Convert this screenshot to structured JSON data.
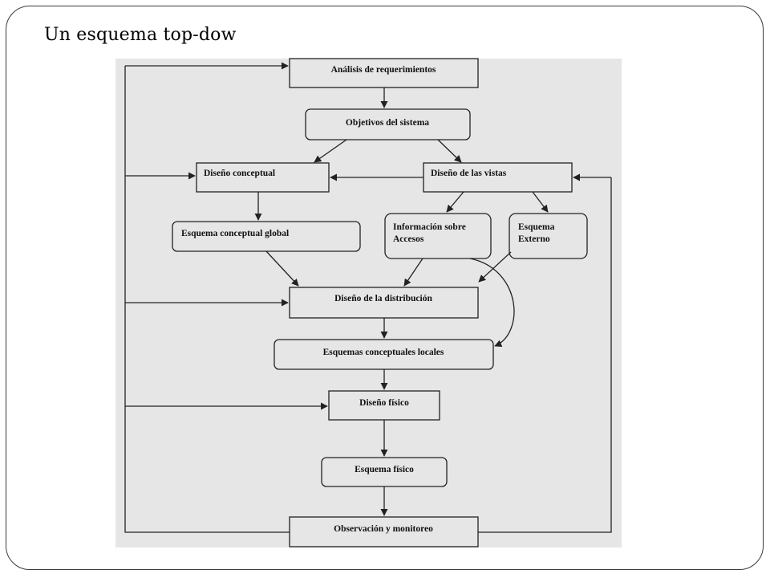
{
  "slide": {
    "title": "Un esquema top-dow"
  },
  "diagram": {
    "nodes": {
      "analisis": "Análisis de requerimientos",
      "objetivos": "Objetivos del sistema",
      "diseno_conceptual": "Diseño conceptual",
      "diseno_vistas": "Diseño de las vistas",
      "esquema_global": "Esquema conceptual global",
      "info_accesos_1": "Información sobre",
      "info_accesos_2": "Accesos",
      "esquema_externo_1": "Esquema",
      "esquema_externo_2": "Externo",
      "diseno_distribucion": "Diseño de la  distribución",
      "esquemas_locales": "Esquemas conceptuales locales",
      "diseno_fisico": "Diseño físico",
      "esquema_fisico": "Esquema físico",
      "observacion": "Observación y monitoreo"
    },
    "colors": {
      "panel": "#e6e6e6",
      "box": "#e6e6e6",
      "stroke": "#222222"
    }
  }
}
